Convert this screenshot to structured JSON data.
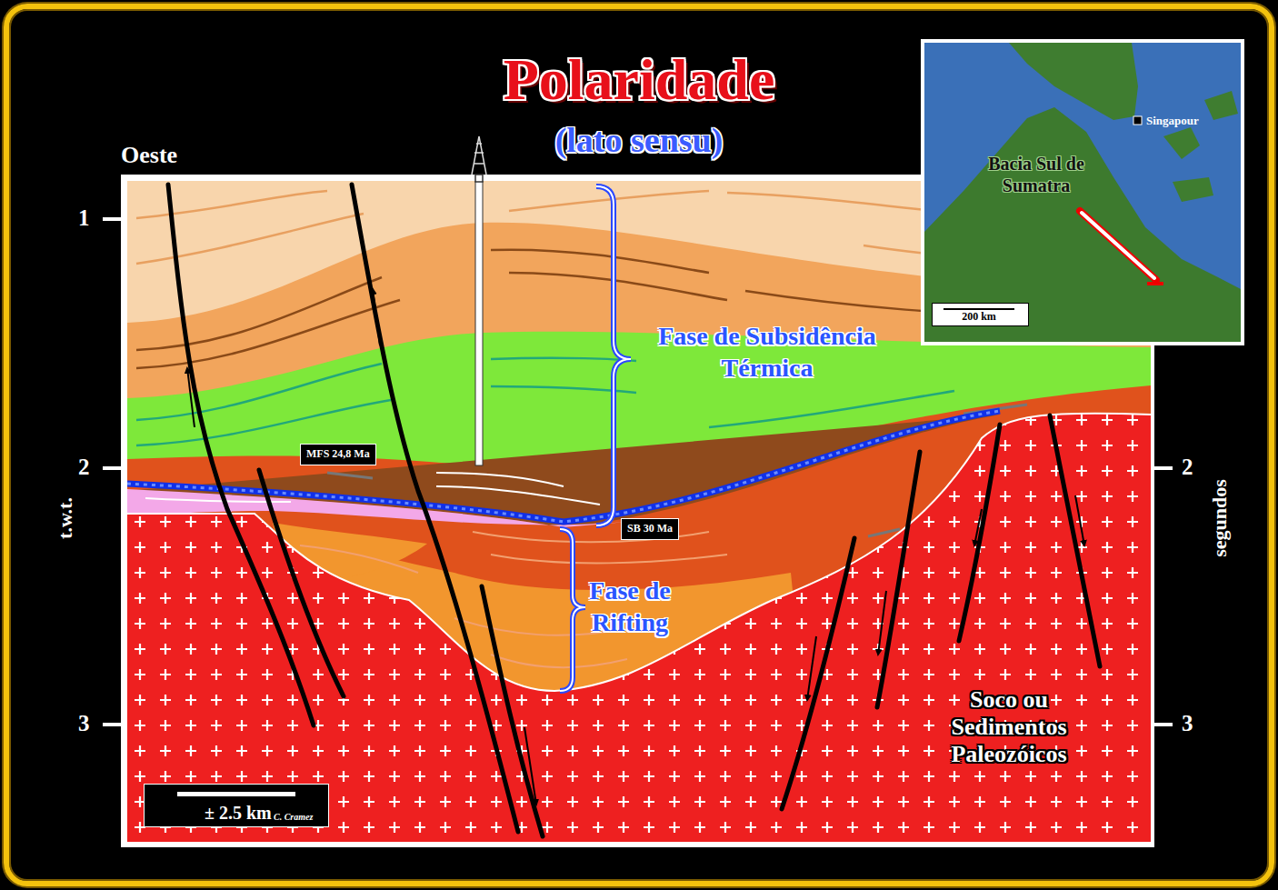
{
  "diagram": {
    "title": "Polaridade",
    "nodes": [
      {
        "text": [
          "MFS 24,8 Ma"
        ]
      },
      {
        "text": [
          "SB 30 Ma"
        ]
      },
      {
        "text": [
          "± 2.5 km",
          "C. Cramez"
        ]
      },
      {
        "text": [
          "200 km"
        ]
      }
    ],
    "labels": [
      "(lato sensu)",
      "Oeste",
      "1",
      "2",
      "3",
      "t.w.t.",
      "2",
      "3",
      "segundos",
      "Fase de Subsidência Térmica",
      "Fase de Rifting",
      "Soco ou Sedimentos Paleozóicos",
      "Singapour",
      "Bacia Sul de Sumatra"
    ]
  }
}
